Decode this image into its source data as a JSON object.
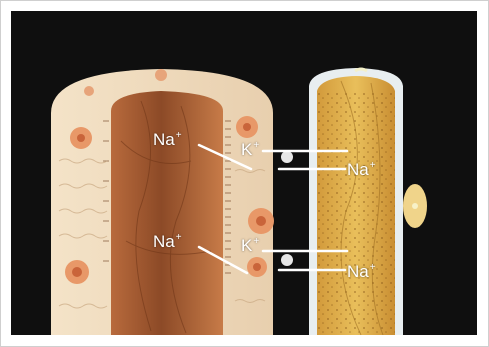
{
  "ions": {
    "upper_axon_na": "Na",
    "upper_k": "K",
    "upper_cell_na": "Na",
    "lower_axon_na": "Na",
    "lower_k": "K",
    "lower_cell_na": "Na",
    "plus": "+"
  },
  "colors": {
    "background": "#0f0f0f",
    "sheath": "#efd9b9",
    "axon": "#8c4a27",
    "cell": "#e69a6a",
    "right_cell": "#e3b34f",
    "line": "#ffffff"
  }
}
